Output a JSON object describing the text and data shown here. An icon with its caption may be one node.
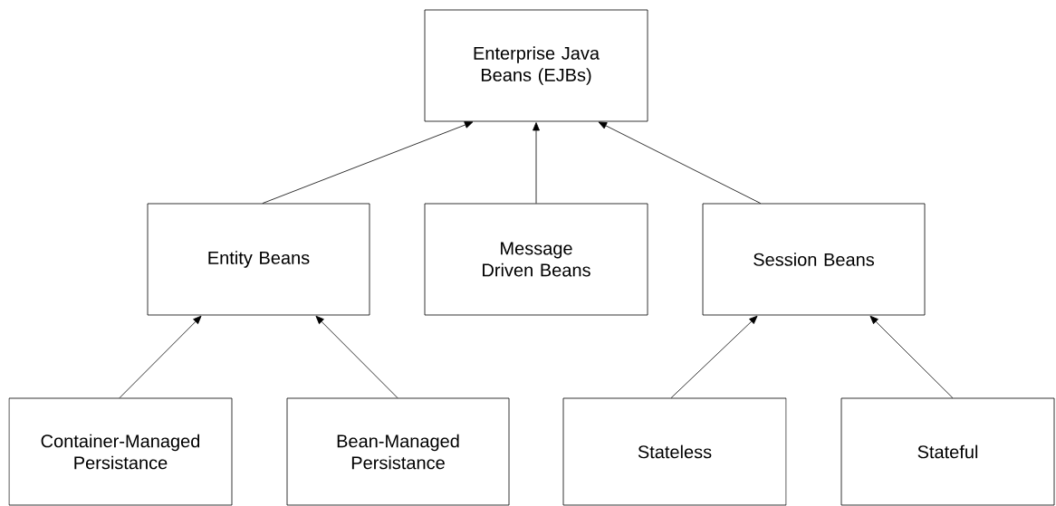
{
  "diagram": {
    "nodes": [
      {
        "text": [
          "Enterprise Java Beans (EJBs)"
        ]
      },
      {
        "text": [
          "Entity Beans"
        ]
      },
      {
        "text": [
          "Message Driven Beans"
        ]
      },
      {
        "text": [
          "Session Beans"
        ]
      },
      {
        "text": [
          "Container-Managed Persistance"
        ]
      },
      {
        "text": [
          "Bean-Managed Persistance"
        ]
      },
      {
        "text": [
          "Stateless"
        ]
      },
      {
        "text": [
          "Stateful"
        ]
      }
    ],
    "edges": [
      {
        "from": 1,
        "to": 0,
        "arrow": "to"
      },
      {
        "from": 2,
        "to": 0,
        "arrow": "to"
      },
      {
        "from": 3,
        "to": 0,
        "arrow": "to"
      },
      {
        "from": 4,
        "to": 1,
        "arrow": "to"
      },
      {
        "from": 5,
        "to": 1,
        "arrow": "to"
      },
      {
        "from": 6,
        "to": 3,
        "arrow": "to"
      },
      {
        "from": 7,
        "to": 3,
        "arrow": "to"
      }
    ]
  }
}
